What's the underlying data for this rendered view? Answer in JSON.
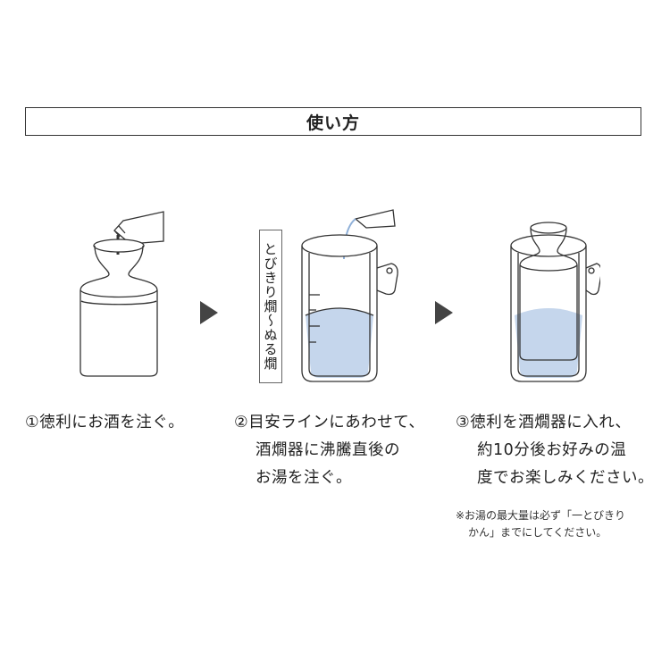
{
  "title": "使い方",
  "label_vertical": "とびきり燗〜ぬる燗",
  "steps": [
    {
      "lines": [
        "①徳利にお酒を注ぐ。"
      ]
    },
    {
      "lines": [
        "②目安ラインにあわせて、",
        "酒燗器に沸騰直後の",
        "お湯を注ぐ。"
      ]
    },
    {
      "lines": [
        "③徳利を酒燗器に入れ、",
        "約10分後お好みの温",
        "度でお楽しみください。"
      ]
    }
  ],
  "note": {
    "line1": "※お湯の最大量は必ず「一とびきり",
    "line2": "かん」までにしてください。"
  },
  "colors": {
    "water": "#c5d6ec",
    "stroke": "#333333",
    "arrow": "#444444"
  }
}
